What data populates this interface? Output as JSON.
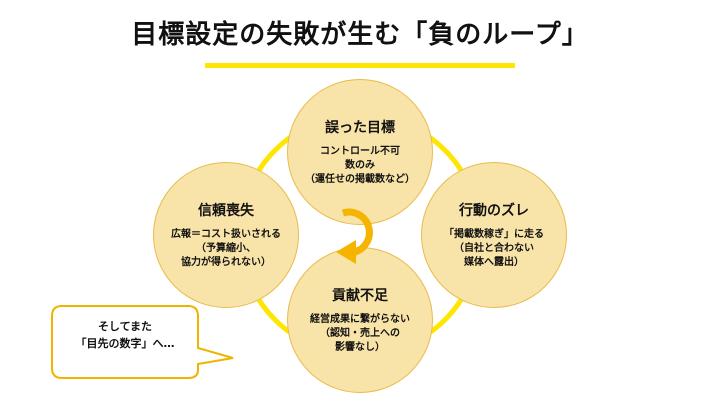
{
  "title": "目標設定の失敗が生む「負のループ」",
  "colors": {
    "accent": "#ffe600",
    "circle_fill": "#f8e3a8",
    "circle_border": "#e9bb4c",
    "arrow": "#f5b400",
    "bubble_border": "#f0b400"
  },
  "nodes": [
    {
      "heading": "誤った目標",
      "detail": "コントロール不可\n数のみ\n（運任せの掲載数など）"
    },
    {
      "heading": "行動のズレ",
      "detail": "「掲載数稼ぎ」に走る\n（自社と合わない\n媒体へ露出）"
    },
    {
      "heading": "貢献不足",
      "detail": "経営成果に繋がらない\n（認知・売上への\n影響なし）"
    },
    {
      "heading": "信頼喪失",
      "detail": "広報＝コスト扱いされる\n（予算縮小、\n協力が得られない）"
    }
  ],
  "callout": "そしてまた\n「目先の数字」へ…",
  "icons": {
    "center": "cycle-arrow-icon"
  }
}
